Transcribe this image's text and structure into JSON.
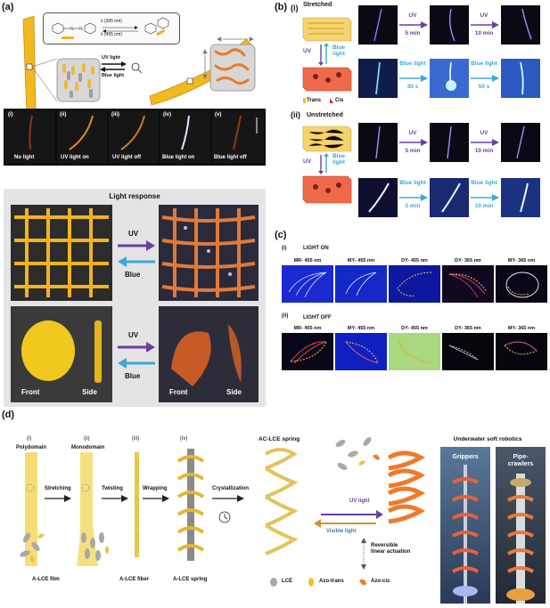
{
  "panel_labels": {
    "a": "(a)",
    "b": "(b)",
    "c": "(c)",
    "d": "(d)"
  },
  "panel_a": {
    "uv_reaction": "λ (365 nm)",
    "blue_reaction": "λ (455 nm)",
    "arrow_top": "UV light",
    "arrow_bottom": "Blue light",
    "strip_frames": [
      {
        "idx": "(i)",
        "label": "No light"
      },
      {
        "idx": "(ii)",
        "label": "UV light on"
      },
      {
        "idx": "(iii)",
        "label": "UV light off"
      },
      {
        "idx": "(iv)",
        "label": "Blue light on"
      },
      {
        "idx": "(v)",
        "label": "Blue light off"
      }
    ],
    "light_response_title": "Light response",
    "uv_label": "UV",
    "blue_label": "Blue",
    "front_label": "Front",
    "side_label": "Side",
    "front_label_2": "Front",
    "side_label_2": "Side"
  },
  "panel_b": {
    "sub_i": "(i)",
    "stretched": "Stretched",
    "sub_ii": "(ii)",
    "unstretched": "Unstretched",
    "uv": "UV",
    "blue_light": "Blue light",
    "trans": "Trans",
    "cis": "Cis",
    "row1": [
      {
        "top": "UV",
        "bottom": "5 min"
      },
      {
        "top": "UV",
        "bottom": "10 min"
      }
    ],
    "row2": [
      {
        "top": "Blue light",
        "bottom": "30 s"
      },
      {
        "top": "Blue light",
        "bottom": "50 s"
      }
    ],
    "row3": [
      {
        "top": "UV",
        "bottom": "5 min"
      },
      {
        "top": "UV",
        "bottom": "10 min"
      }
    ],
    "row4": [
      {
        "top": "Blue light",
        "bottom": "5 min"
      },
      {
        "top": "Blue light",
        "bottom": "10 min"
      }
    ]
  },
  "panel_c": {
    "sub_i": "(i)",
    "light_on": "LIGHT ON",
    "sub_ii": "(ii)",
    "light_off": "LIGHT OFF",
    "row1": [
      "MR- 455 nm",
      "MY- 455 nm",
      "DY- 455 nm",
      "DY- 365 nm",
      "MY- 365 nm"
    ],
    "row2": [
      "MR- 455 nm",
      "MY- 455 nm",
      "DY- 455 nm",
      "DY- 365 nm",
      "MY- 365 nm"
    ]
  },
  "panel_d": {
    "steps": [
      {
        "idx": "(i)",
        "name": "Polydomain"
      },
      {
        "idx": "(ii)",
        "name": "Monodomain"
      },
      {
        "idx": "(iii)",
        "name": ""
      },
      {
        "idx": "(iv)",
        "name": ""
      }
    ],
    "stretching": "Stretching",
    "twisting": "Twisting",
    "wrapping": "Wrapping",
    "crystallization": "Crystallization",
    "film_label": "A-LCE film",
    "fiber_label": "A-LCE fiber",
    "spring_label": "A-LCE spring",
    "ac_spring": "AC-LCE spring",
    "uv_light": "UV light",
    "visible_light": "Visible light",
    "reversible": "Reversible\nlinear actuation",
    "legend": [
      "LCE",
      "Azo-trans",
      "Azo-cis"
    ],
    "underwater": "Underwater soft robotics",
    "grippers": "Grippers",
    "pipe_crawlers": "Pipe-\ncrawlers"
  },
  "colors": {
    "uv": "#6b3fa0",
    "blue": "#3aa8d8",
    "lce_yellow": "#f2c230",
    "cis_orange": "#ee7a2a"
  }
}
